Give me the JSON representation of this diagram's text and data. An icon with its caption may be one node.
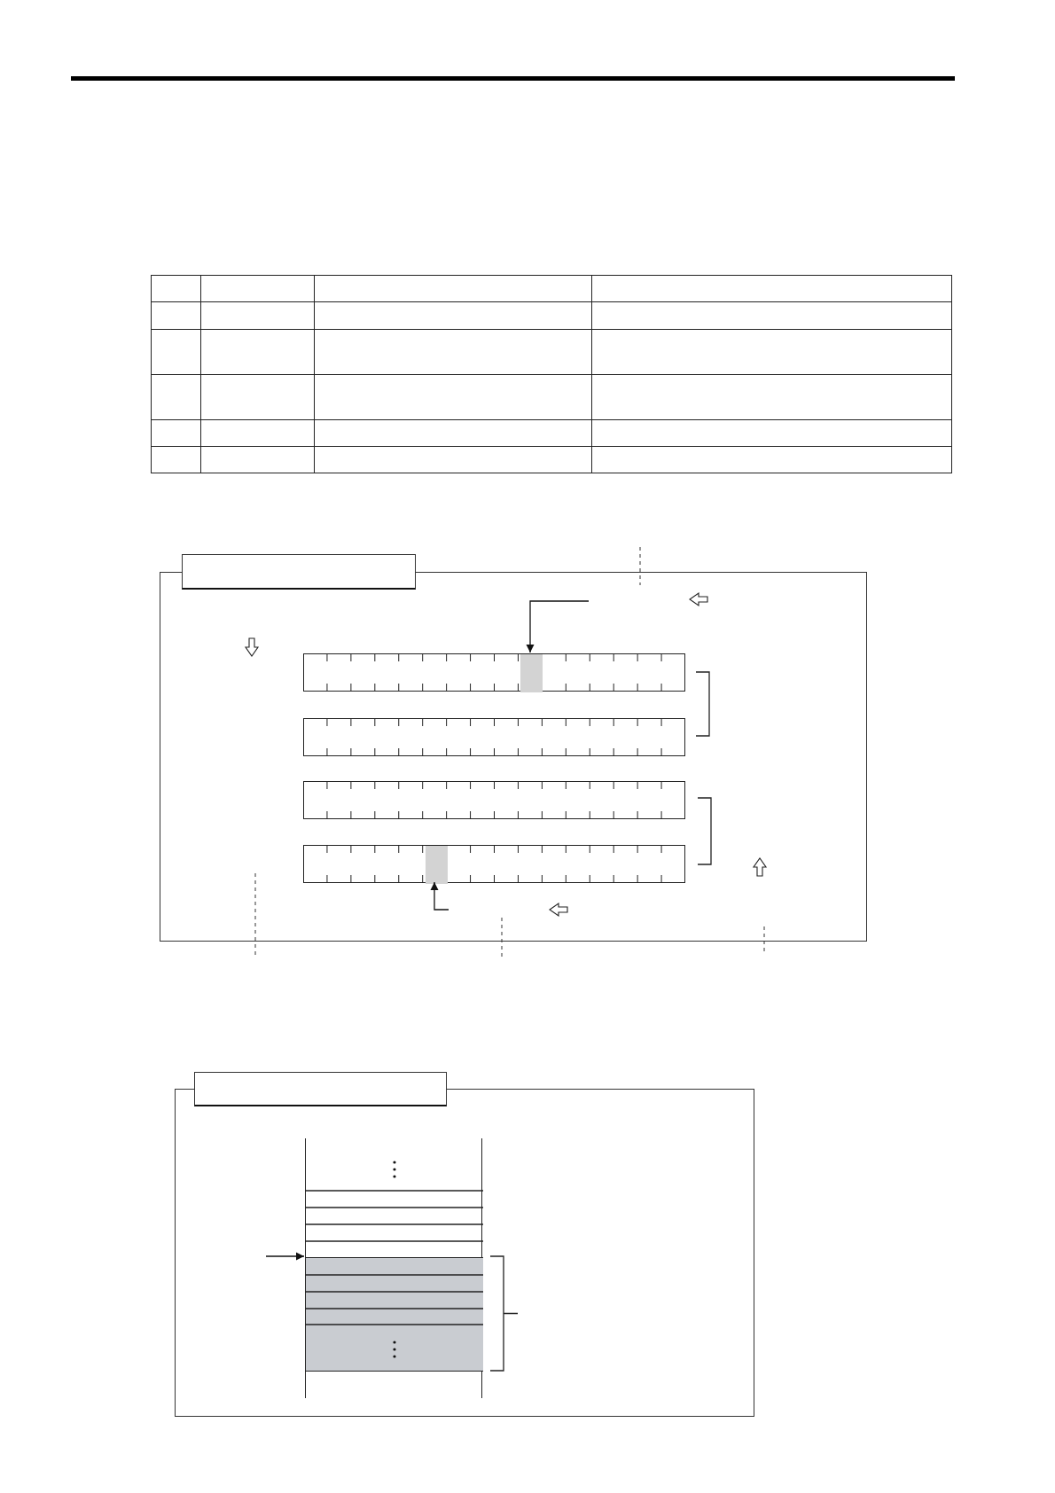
{
  "diagram": {
    "nodes": [
      {
        "text": [],
        "shape": "box"
      },
      {
        "text": [],
        "shape": "box",
        "in": 0
      },
      {
        "text": [],
        "shape": "bar",
        "in": 0
      },
      {
        "text": [],
        "shape": "bar",
        "in": 0
      },
      {
        "text": [],
        "shape": "bar",
        "in": 0
      },
      {
        "text": [],
        "shape": "bar",
        "in": 0
      },
      {
        "text": [],
        "shape": "box",
        "in": 2
      },
      {
        "text": [],
        "shape": "box",
        "in": 5
      },
      {
        "text": [],
        "shape": "box"
      },
      {
        "text": [],
        "shape": "box",
        "in": 8
      },
      {
        "text": [],
        "shape": "box",
        "in": 8
      },
      {
        "text": [],
        "shape": "box",
        "in": 10
      }
    ],
    "edges": [
      {
        "from": null,
        "to": 6,
        "arrow": "to"
      },
      {
        "from": null,
        "to": 7,
        "arrow": "to"
      },
      {
        "from": null,
        "to": 11,
        "arrow": "to"
      }
    ]
  }
}
